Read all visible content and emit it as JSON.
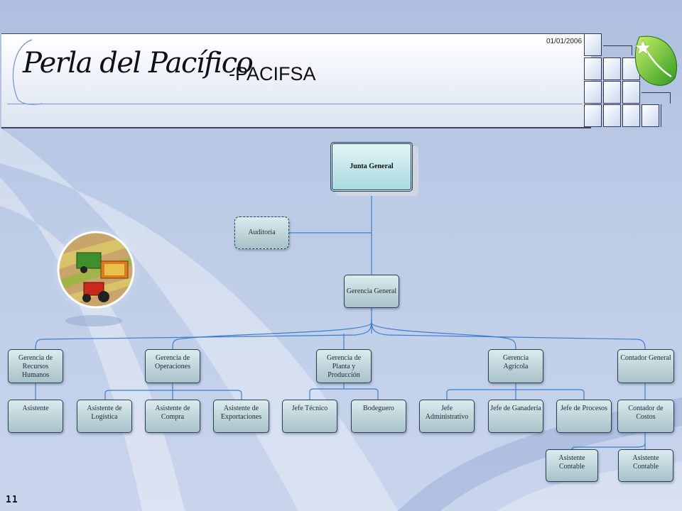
{
  "header": {
    "title_script": "Perla del Pacífico",
    "title_suffix": "-PACIFSA",
    "date": "01/01/2006"
  },
  "footer": {
    "page_number": "11"
  },
  "icons": {
    "logo": "green-leaf-logo-icon",
    "farm_illustration": "farm-machinery-illustration-icon"
  },
  "colors": {
    "connector": "#3a7fd0",
    "node_fill": "#a6c2c8",
    "background": "#b7c8e4"
  },
  "org_chart": {
    "root": "Junta General",
    "audit": "Auditoria",
    "general_management": "Gerencia General",
    "departments": [
      {
        "name": "Gerencia de Recursos Humanos",
        "children": [
          "Asistente"
        ]
      },
      {
        "name": "Gerencia de Operaciones",
        "children": [
          "Asistente de Logística",
          "Asistente de Compra",
          "Asistente de Exportaciones"
        ]
      },
      {
        "name": "Gerencia de Planta y Producción",
        "children": [
          "Jefe Técnico",
          "Bodeguero"
        ]
      },
      {
        "name": "Gerencia Agrícola",
        "children": [
          "Jefe Administrativo",
          "Jefe de Ganadería",
          "Jefe de Procesos"
        ]
      },
      {
        "name": "Contador General",
        "children": [
          "Contador de Costos"
        ]
      }
    ],
    "cost_accounting_children": [
      "Asistente Contable",
      "Asistente Contable"
    ]
  }
}
